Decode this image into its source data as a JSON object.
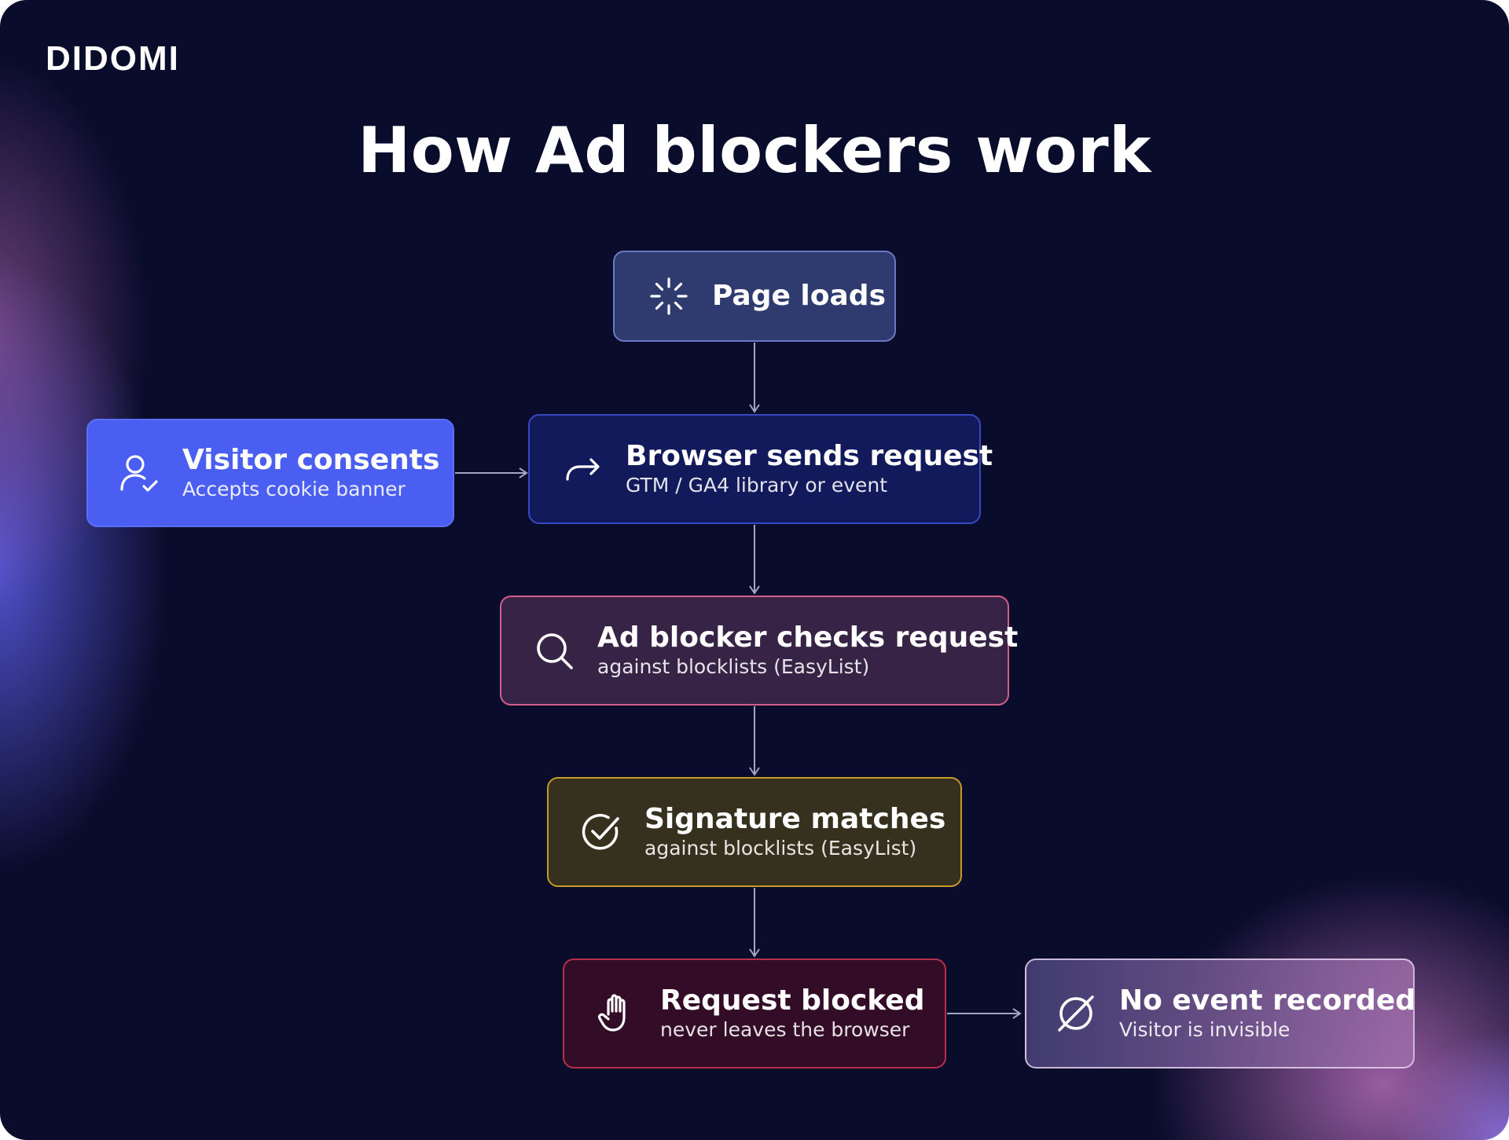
{
  "brand": {
    "logo_text": "DIDOMI"
  },
  "title": "How Ad blockers work",
  "nodes": {
    "page_loads": {
      "label": "Page loads",
      "icon": "loader-icon",
      "fill": "#2f3a6e",
      "stroke": "#6d78c4"
    },
    "visitor_consents": {
      "label": "Visitor consents",
      "sublabel": "Accepts cookie banner",
      "icon": "user-check-icon",
      "fill": "#4a5ff2"
    },
    "browser_request": {
      "label": "Browser sends request",
      "sublabel": "GTM / GA4 library or event",
      "icon": "redirect-arrow-icon",
      "fill": "#131a5c",
      "stroke": "#3847c2"
    },
    "blocker_checks": {
      "label": "Ad blocker checks request",
      "sublabel": "against blocklists (EasyList)",
      "icon": "search-icon",
      "fill": "#372346",
      "stroke": "#d15f8a"
    },
    "signature_matches": {
      "label": "Signature matches",
      "sublabel": "against blocklists (EasyList)",
      "icon": "check-circle-icon",
      "fill": "#36301f",
      "stroke": "#c59a26"
    },
    "request_blocked": {
      "label": "Request blocked",
      "sublabel": "never leaves the browser",
      "icon": "hand-stop-icon",
      "fill": "#330c27",
      "stroke": "#b6304c"
    },
    "no_event": {
      "label": "No event recorded",
      "sublabel": "Visitor is invisible",
      "icon": "empty-set-icon"
    }
  },
  "edges": [
    {
      "from": "page_loads",
      "to": "browser_request"
    },
    {
      "from": "visitor_consents",
      "to": "browser_request"
    },
    {
      "from": "browser_request",
      "to": "blocker_checks"
    },
    {
      "from": "blocker_checks",
      "to": "signature_matches"
    },
    {
      "from": "signature_matches",
      "to": "request_blocked"
    },
    {
      "from": "request_blocked",
      "to": "no_event"
    }
  ],
  "colors": {
    "background": "#0a0c2b",
    "connector": "#a0a6c4"
  }
}
